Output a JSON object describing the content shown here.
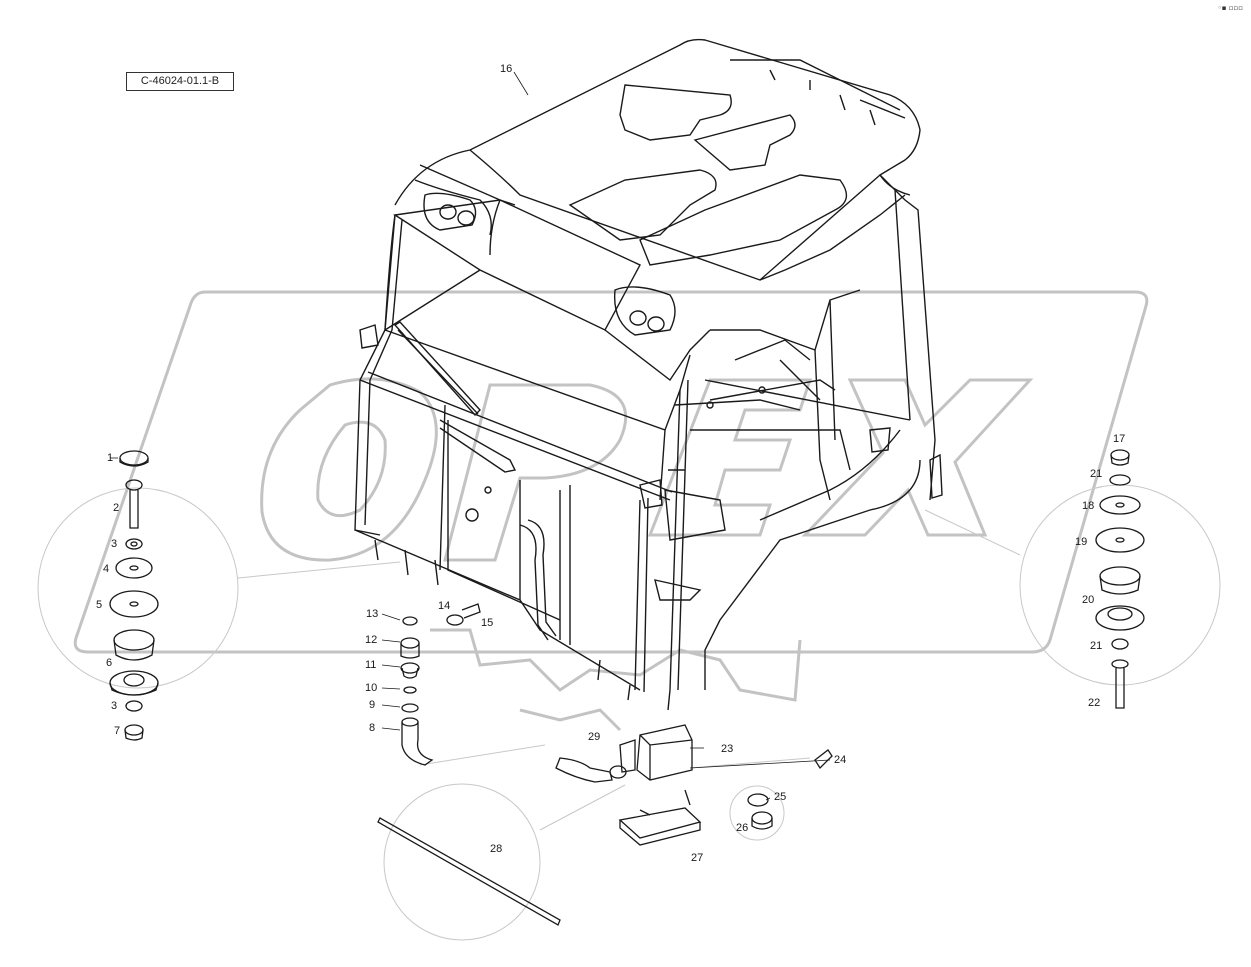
{
  "drawing_code": "C-46024-01.1-B",
  "watermark": "OPEX",
  "callouts": [
    {
      "id": "c1",
      "text": "1"
    },
    {
      "id": "c2",
      "text": "2"
    },
    {
      "id": "c3a",
      "text": "3"
    },
    {
      "id": "c4",
      "text": "4"
    },
    {
      "id": "c5",
      "text": "5"
    },
    {
      "id": "c6",
      "text": "6"
    },
    {
      "id": "c3b",
      "text": "3"
    },
    {
      "id": "c7",
      "text": "7"
    },
    {
      "id": "c8",
      "text": "8"
    },
    {
      "id": "c9",
      "text": "9"
    },
    {
      "id": "c10",
      "text": "10"
    },
    {
      "id": "c11",
      "text": "11"
    },
    {
      "id": "c12",
      "text": "12"
    },
    {
      "id": "c13",
      "text": "13"
    },
    {
      "id": "c14",
      "text": "14"
    },
    {
      "id": "c15",
      "text": "15"
    },
    {
      "id": "c16",
      "text": "16"
    },
    {
      "id": "c17",
      "text": "17"
    },
    {
      "id": "c18",
      "text": "18"
    },
    {
      "id": "c19",
      "text": "19"
    },
    {
      "id": "c20",
      "text": "20"
    },
    {
      "id": "c21a",
      "text": "21"
    },
    {
      "id": "c21b",
      "text": "21"
    },
    {
      "id": "c22",
      "text": "22"
    },
    {
      "id": "c23",
      "text": "23"
    },
    {
      "id": "c24",
      "text": "24"
    },
    {
      "id": "c25",
      "text": "25"
    },
    {
      "id": "c26",
      "text": "26"
    },
    {
      "id": "c27",
      "text": "27"
    },
    {
      "id": "c28",
      "text": "28"
    },
    {
      "id": "c29",
      "text": "29"
    }
  ],
  "colors": {
    "line": "#1a1a1a",
    "watermark": "#bdbdbd",
    "circle": "#c8c8c8"
  }
}
